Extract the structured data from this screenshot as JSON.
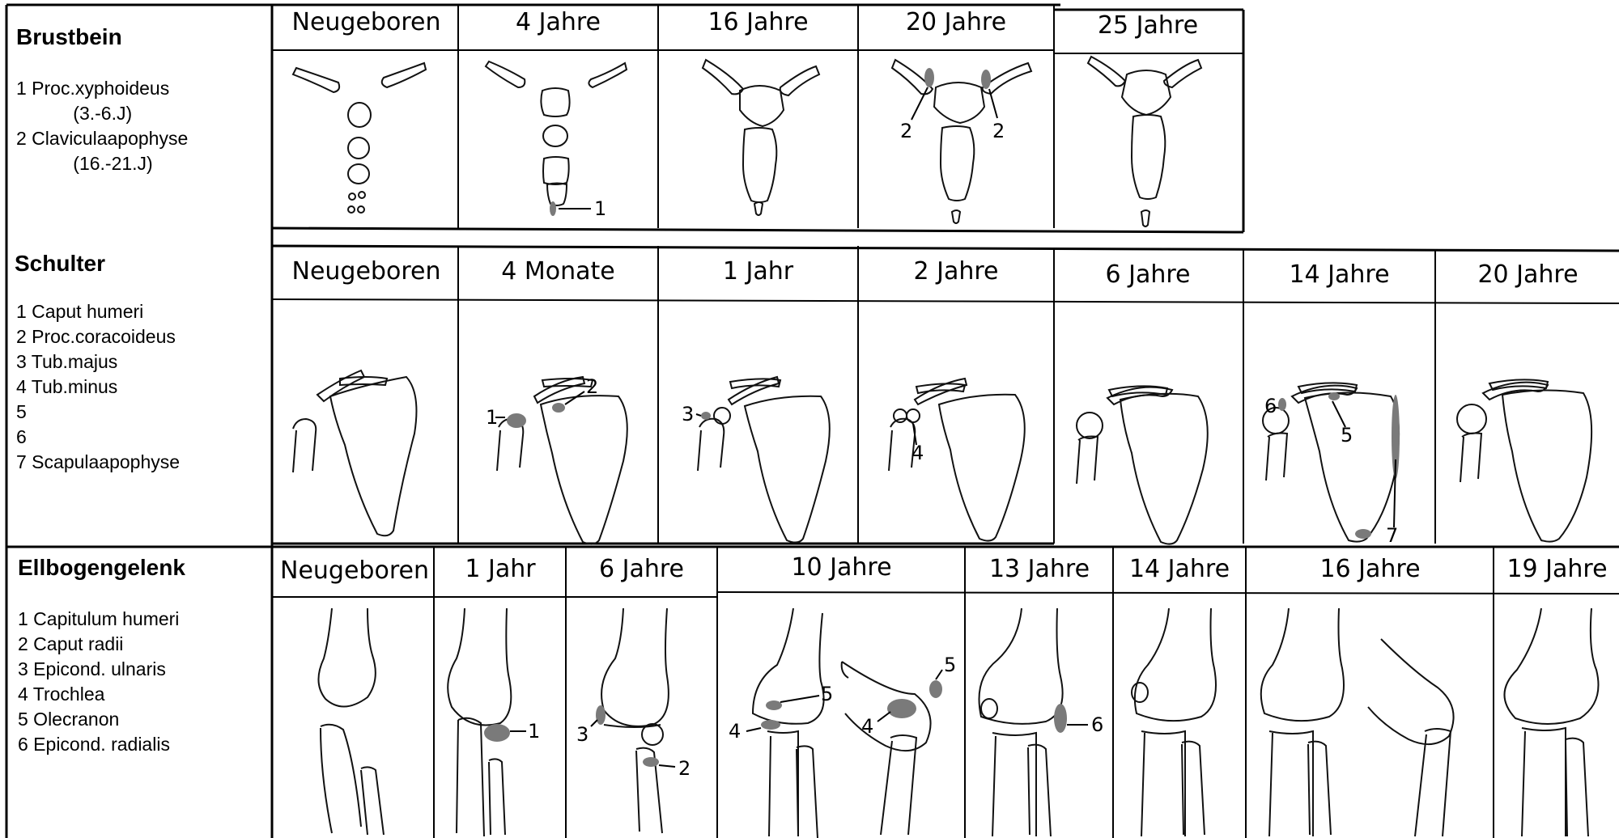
{
  "sections": [
    {
      "id": "brustbein",
      "title": "Brustbein",
      "legend": [
        "1 Proc.xyphoideus",
        "           (3.-6.J)",
        "2 Claviculaapophyse",
        "           (16.-21.J)"
      ],
      "ages": [
        "Neugeboren",
        "4 Jahre",
        "16 Jahre",
        "20 Jahre",
        "25 Jahre"
      ]
    },
    {
      "id": "schulter",
      "title": "Schulter",
      "legend": [
        "1 Caput humeri",
        "2 Proc.coracoideus",
        "3 Tub.majus",
        "4 Tub.minus",
        "5",
        "6",
        "7 Scapulaapophyse"
      ],
      "ages": [
        "Neugeboren",
        "4 Monate",
        "1 Jahr",
        "2 Jahre",
        "6 Jahre",
        "14 Jahre",
        "20 Jahre"
      ]
    },
    {
      "id": "ellbogen",
      "title": "Ellbogengelenk",
      "legend": [
        "1 Capitulum humeri",
        "2 Caput radii",
        "3 Epicond. ulnaris",
        "4 Trochlea",
        "5 Olecranon",
        "6 Epicond. radialis"
      ],
      "ages": [
        "Neugeboren",
        "1 Jahr",
        "6 Jahre",
        "10 Jahre",
        "13 Jahre",
        "14 Jahre",
        "16 Jahre",
        "19 Jahre"
      ]
    }
  ],
  "markers": {
    "one": "1",
    "two": "2",
    "three": "3",
    "four": "4",
    "five": "5",
    "six": "6",
    "seven": "7"
  },
  "colors": {
    "ossification": "#7a7a7a",
    "lines": "#000000"
  }
}
